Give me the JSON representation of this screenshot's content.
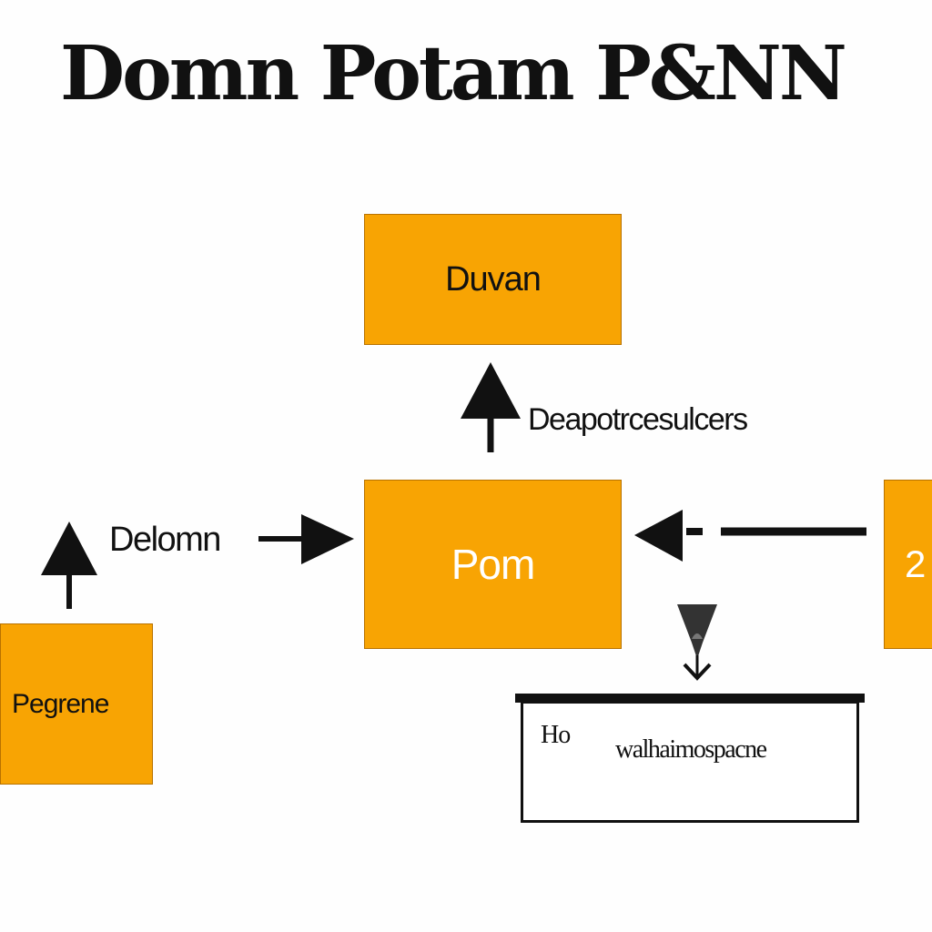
{
  "title": "Domn Potam P&NN",
  "nodes": {
    "top": "Duvan",
    "center": "Pom",
    "left": "Pegrene",
    "right": "2"
  },
  "edge_labels": {
    "upward": "Deapotrcesulcers",
    "incoming_left": "Delomn"
  },
  "note": {
    "prefix": "Ho",
    "text": "walhaimospacne"
  },
  "colors": {
    "box_fill": "#f8a403",
    "ink": "#111111",
    "background": "#fefefe"
  }
}
